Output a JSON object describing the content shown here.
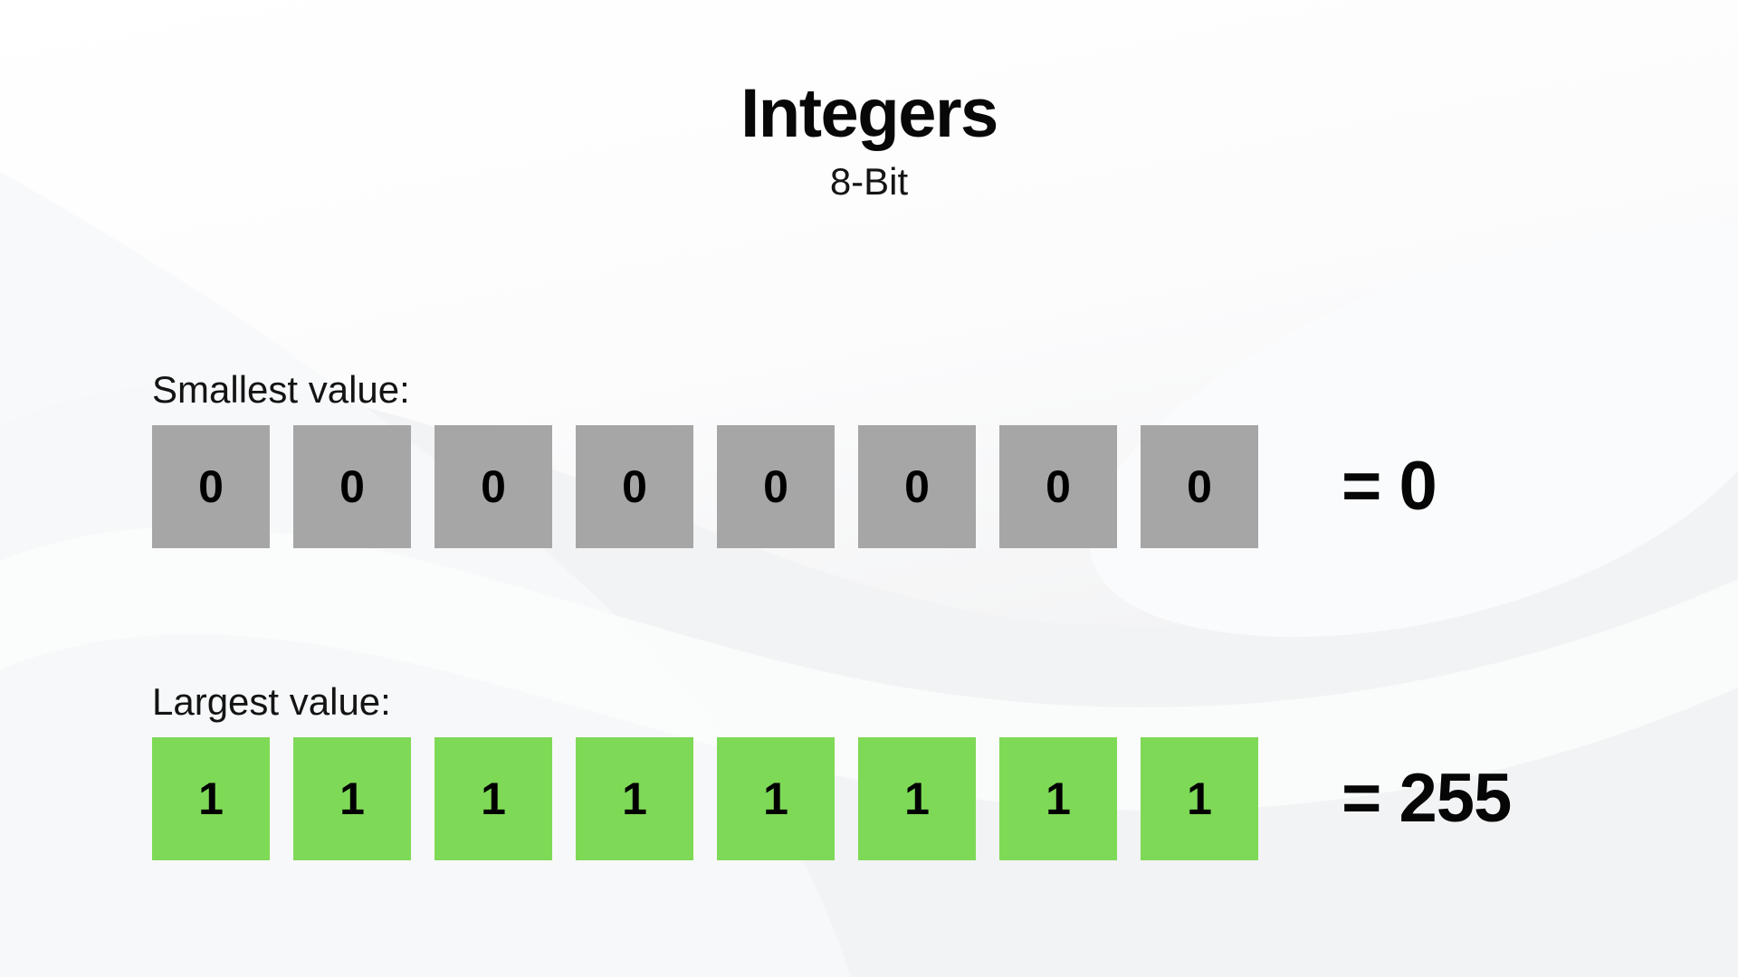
{
  "header": {
    "title": "Integers",
    "subtitle": "8-Bit"
  },
  "rows": {
    "smallest": {
      "label": "Smallest value:",
      "bits": [
        "0",
        "0",
        "0",
        "0",
        "0",
        "0",
        "0",
        "0"
      ],
      "result": "= 0",
      "bit_color": "#a6a6a6"
    },
    "largest": {
      "label": "Largest value:",
      "bits": [
        "1",
        "1",
        "1",
        "1",
        "1",
        "1",
        "1",
        "1"
      ],
      "result": "= 255",
      "bit_color": "#7ed957"
    }
  },
  "theme": {
    "background_top": "#ffffff",
    "background_bottom": "#eeeff0",
    "wave_light": "#fafbfc",
    "wave_mid": "#f4f5f6",
    "text_color": "#080808"
  }
}
